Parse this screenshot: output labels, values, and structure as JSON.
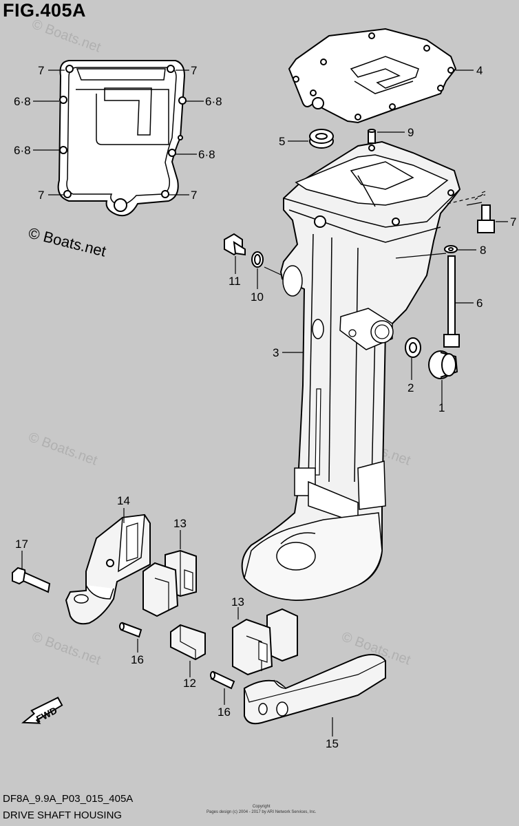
{
  "figure": {
    "title": "FIG.405A",
    "code": "DF8A_9.9A_P03_015_405A",
    "name": "DRIVE SHAFT HOUSING",
    "copyright_line1": "Copyright",
    "copyright_line2": "Pages design (c) 2004 - 2017 by ARI Network Services, Inc.",
    "fwd_label": "FWD"
  },
  "watermarks": {
    "main": "© Boats.net",
    "faint": "© Boats.net"
  },
  "callouts": {
    "c1": "1",
    "c2": "2",
    "c3": "3",
    "c4": "4",
    "c5": "5",
    "c6": "6",
    "c7a": "7",
    "c7b": "7",
    "c7c": "7",
    "c7d": "7",
    "c7e": "7",
    "c68a": "6·8",
    "c68b": "6·8",
    "c68c": "6·8",
    "c68d": "6·8",
    "c8": "8",
    "c9": "9",
    "c10": "10",
    "c11": "11",
    "c12": "12",
    "c13a": "13",
    "c13b": "13",
    "c14": "14",
    "c15": "15",
    "c16a": "16",
    "c16b": "16",
    "c17": "17"
  },
  "colors": {
    "background": "#c8c8c8",
    "part_fill": "#f4f4f4",
    "line": "#000000",
    "watermark": "#a9a9a9"
  }
}
